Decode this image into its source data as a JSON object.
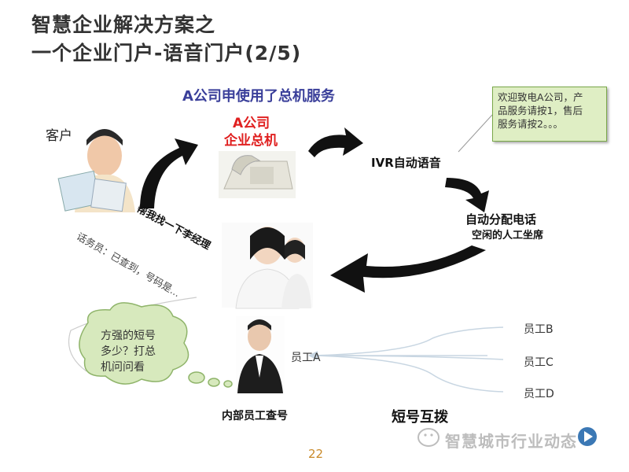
{
  "title": {
    "line1": "智慧企业解决方案之",
    "line2": "一个企业门户-语音门户(2/5)"
  },
  "subtitle": "A公司申使用了总机服务",
  "labels": {
    "customer": "客户",
    "switchboard_line1": "A公司",
    "switchboard_line2": "企业总机",
    "ivr": "IVR自动语音",
    "auto_assign": "自动分配电话",
    "idle_agent": "空闲的人工坐席",
    "request": "帮我找一下李经理",
    "operator_reply": "话务员：已查到，号码是...",
    "internal_lookup": "内部员工查号",
    "short_dial": "短号互拨",
    "employee_a": "员工A",
    "employee_b": "员工B",
    "employee_c": "员工C",
    "employee_d": "员工D"
  },
  "ivr_note": {
    "line1": "欢迎致电A公司，产",
    "line2": "品服务请按1，售后",
    "line3": "服务请按2。。。"
  },
  "thought_bubble": {
    "line1": "方强的短号",
    "line2": "多少？打总",
    "line3": "机问问看"
  },
  "page_number": "22",
  "watermark": "智慧城市行业动态"
}
